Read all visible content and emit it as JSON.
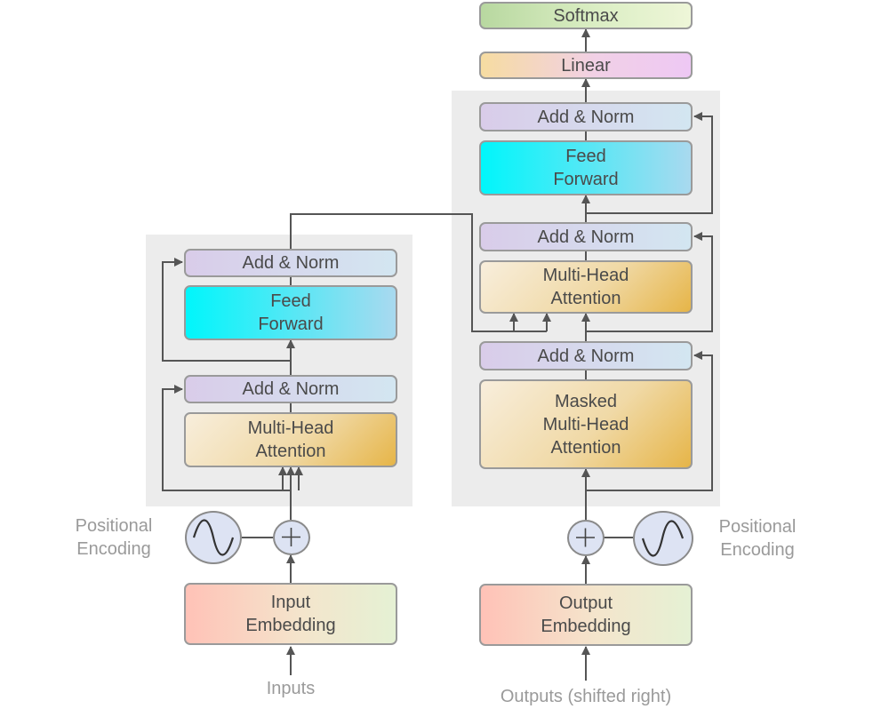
{
  "encoder": {
    "add_norm_top": "Add & Norm",
    "feed_forward": "Feed\nForward",
    "add_norm_bottom": "Add & Norm",
    "multi_head_attention": "Multi-Head\nAttention",
    "positional_encoding": "Positional\nEncoding",
    "input_embedding": "Input\nEmbedding",
    "inputs": "Inputs"
  },
  "decoder": {
    "softmax": "Softmax",
    "linear": "Linear",
    "add_norm_top": "Add & Norm",
    "feed_forward": "Feed\nForward",
    "add_norm_middle": "Add & Norm",
    "multi_head_attention": "Multi-Head\nAttention",
    "add_norm_bottom": "Add & Norm",
    "masked_multi_head_attention": "Masked\nMulti-Head\nAttention",
    "positional_encoding": "Positional\nEncoding",
    "output_embedding": "Output\nEmbedding",
    "outputs": "Outputs (shifted right)"
  },
  "colors": {
    "panel": "#ececec",
    "border": "#9a9a9a",
    "wire": "#555555",
    "label": "#9a9a9a"
  }
}
